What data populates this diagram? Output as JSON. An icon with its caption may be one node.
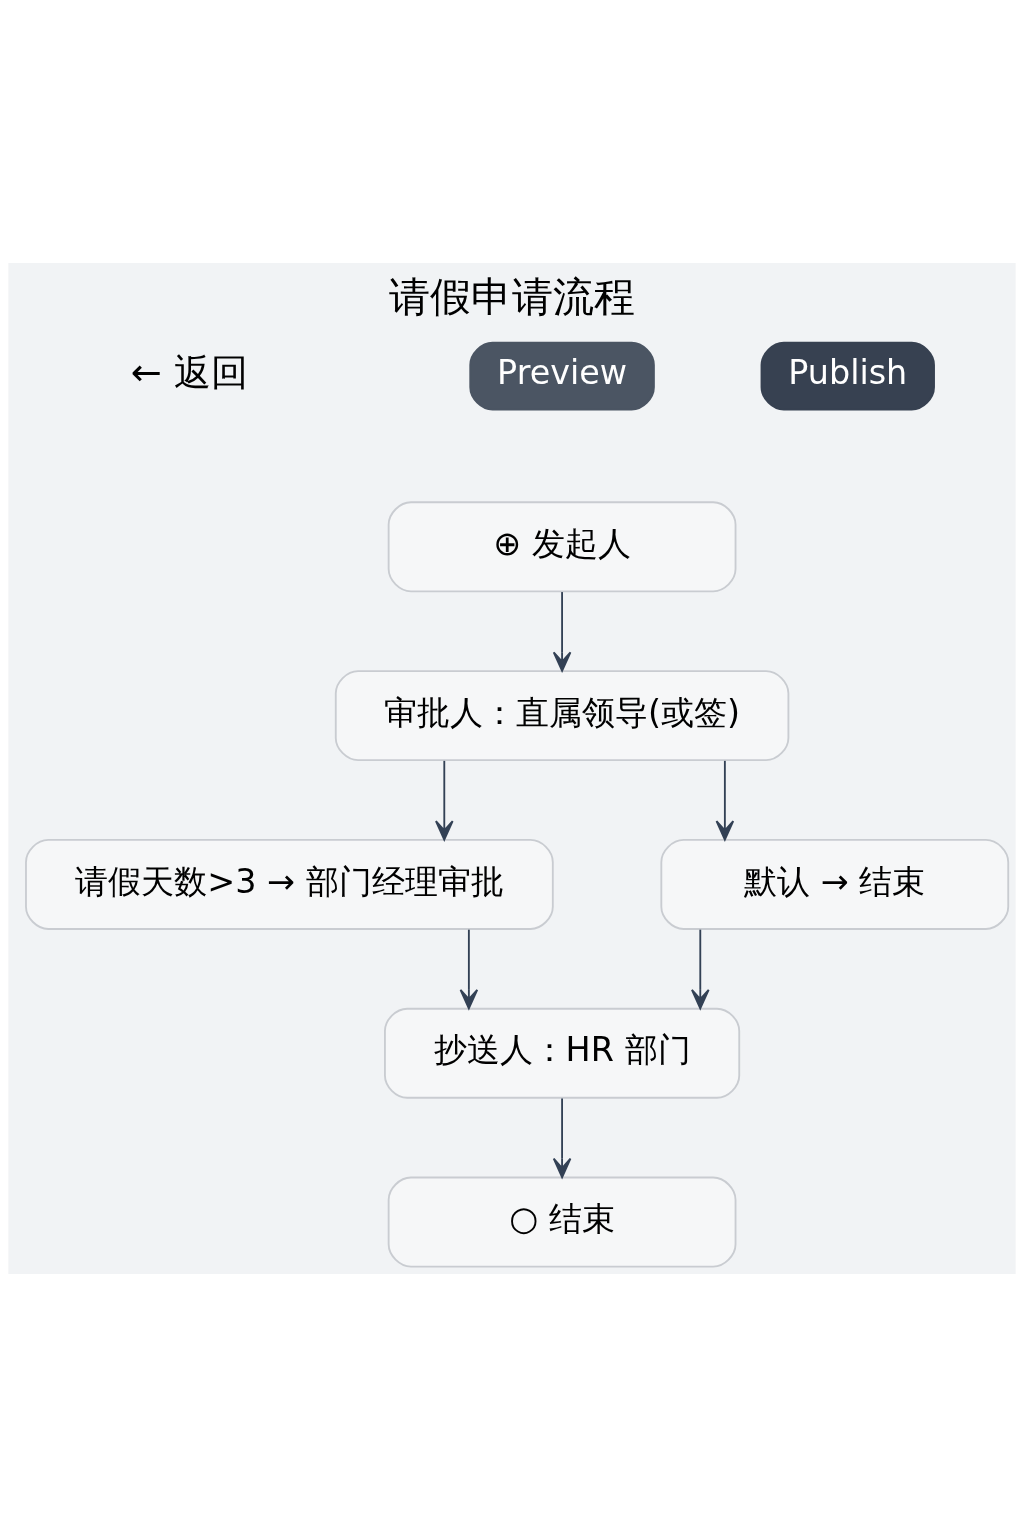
{
  "diagram": {
    "title": "请假申请流程",
    "nodes": [
      {
        "text": [
          "⊕ 发起人"
        ]
      },
      {
        "text": [
          "审批人：直属领导(或签)"
        ]
      },
      {
        "text": [
          "请假天数>3 → 部门经理审批"
        ]
      },
      {
        "text": [
          "默认 → 结束"
        ]
      },
      {
        "text": [
          "抄送人：HR 部门"
        ]
      },
      {
        "text": [
          "○ 结束"
        ]
      }
    ],
    "edges": [
      {
        "from": 0,
        "to": 1,
        "arrow": "to"
      },
      {
        "from": 1,
        "to": 2,
        "arrow": "to"
      },
      {
        "from": 1,
        "to": 3,
        "arrow": "to"
      },
      {
        "from": 2,
        "to": 4,
        "arrow": "to"
      },
      {
        "from": 3,
        "to": 4,
        "arrow": "to"
      },
      {
        "from": 4,
        "to": 5,
        "arrow": "to"
      }
    ],
    "labels": [
      "← 返回",
      "Preview",
      "Publish"
    ]
  }
}
